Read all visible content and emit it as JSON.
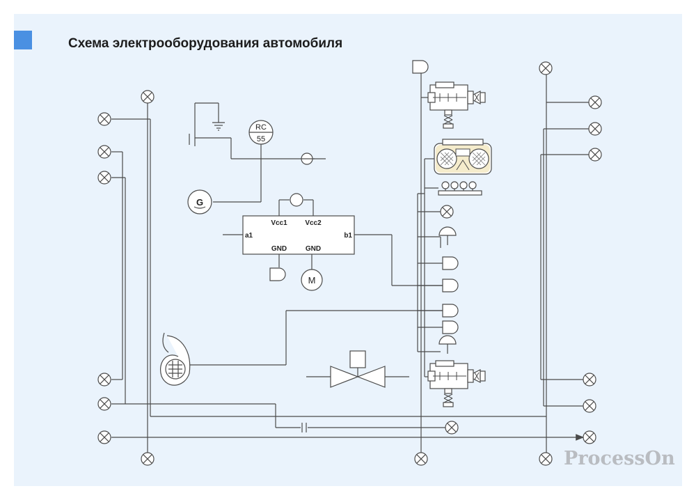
{
  "title": "Схема электрооборудования автомобиля",
  "watermark": "ProcessOn",
  "colors": {
    "background": "#eaf3fc",
    "accent": "#4a90e2",
    "line": "#4a4a4a"
  },
  "chip": {
    "pins": [
      "Vcc1",
      "Vcc2",
      "GND",
      "GND",
      "a1",
      "b1"
    ]
  },
  "rc_label": "RC",
  "rc_value": "55",
  "generator_label": "G",
  "motor_label": "M",
  "symbols": {
    "lamp": "lamp-icon",
    "horn": "horn-icon",
    "speaker": "speaker-icon",
    "radio": "radio-cassette-icon",
    "solenoid_valve": "solenoid-valve-icon",
    "actuator": "actuator-icon",
    "ground": "ground-icon",
    "bulb_strip": "bulb-strip-icon",
    "capacitor": "capacitor-icon",
    "buzzer": "buzzer-icon"
  }
}
